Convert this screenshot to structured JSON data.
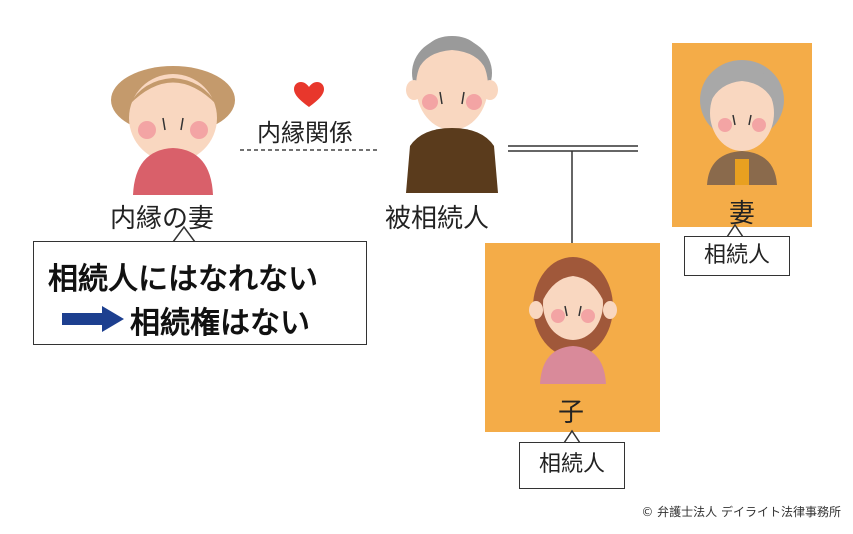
{
  "heart_label": "内縁関係",
  "people": {
    "common_law_wife": {
      "label": "内縁の妻"
    },
    "deceased": {
      "label": "被相続人"
    },
    "wife": {
      "label": "妻",
      "tag": "相続人"
    },
    "child": {
      "label": "子",
      "tag": "相続人"
    }
  },
  "callout": {
    "line1": "相続人にはなれない",
    "line2": "相続権はない"
  },
  "copyright": "© 弁護士法人 デイライト法律事務所",
  "colors": {
    "highlight_box": "#f4ac48",
    "heart": "#e8372c",
    "arrow": "#1d3f8f"
  }
}
